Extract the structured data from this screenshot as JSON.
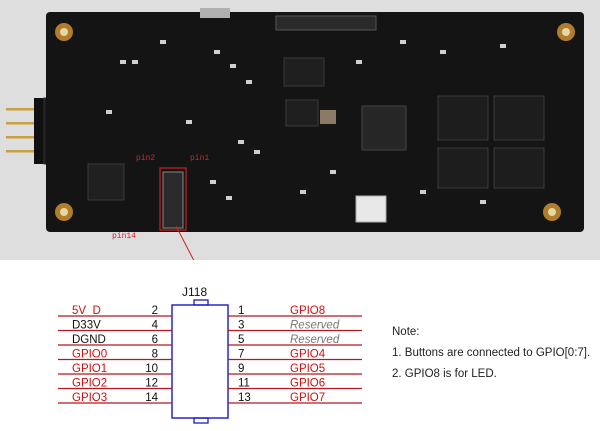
{
  "photo": {
    "pcb_color": "#141414",
    "board_labels": {
      "pin2": "pin2",
      "pin1": "pin1",
      "pin14": "pin14"
    }
  },
  "connector": {
    "name": "J118",
    "left_pins": [
      {
        "signal": "5V_D",
        "pin": "2",
        "color": "#cc1111",
        "italic": false
      },
      {
        "signal": "D33V",
        "pin": "4",
        "color": "#111111",
        "italic": false
      },
      {
        "signal": "DGND",
        "pin": "6",
        "color": "#111111",
        "italic": false
      },
      {
        "signal": "GPIO0",
        "pin": "8",
        "color": "#cc1111",
        "italic": false
      },
      {
        "signal": "GPIO1",
        "pin": "10",
        "color": "#cc1111",
        "italic": false
      },
      {
        "signal": "GPIO2",
        "pin": "12",
        "color": "#cc1111",
        "italic": false
      },
      {
        "signal": "GPIO3",
        "pin": "14",
        "color": "#cc1111",
        "italic": false
      }
    ],
    "right_pins": [
      {
        "signal": "GPIO8",
        "pin": "1",
        "color": "#cc1111",
        "italic": false
      },
      {
        "signal": "Reserved",
        "pin": "3",
        "color": "#777777",
        "italic": true
      },
      {
        "signal": "Reserved",
        "pin": "5",
        "color": "#777777",
        "italic": true
      },
      {
        "signal": "GPIO4",
        "pin": "7",
        "color": "#cc1111",
        "italic": false
      },
      {
        "signal": "GPIO5",
        "pin": "9",
        "color": "#cc1111",
        "italic": false
      },
      {
        "signal": "GPIO6",
        "pin": "11",
        "color": "#cc1111",
        "italic": false
      },
      {
        "signal": "GPIO7",
        "pin": "13",
        "color": "#cc1111",
        "italic": false
      }
    ],
    "colors": {
      "body": "#1a1acc",
      "wire": "#b3191f"
    }
  },
  "note": {
    "title": "Note:",
    "items": [
      "1. Buttons are connected to GPIO[0:7].",
      "2. GPIO8 is for LED."
    ]
  }
}
